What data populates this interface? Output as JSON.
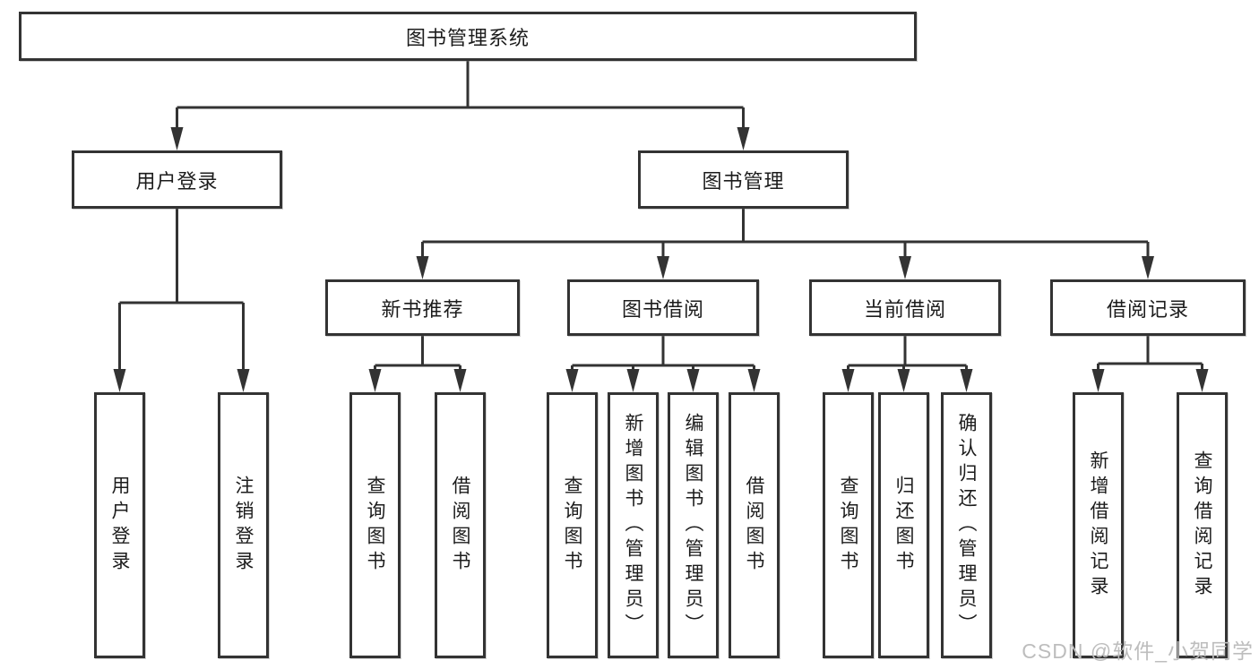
{
  "diagram": {
    "type": "tree",
    "colors": {
      "line": "#333333",
      "box_border": "#333333",
      "box_fill": "#ffffff",
      "text": "#1c1c1c",
      "watermark": "#bdbdbd",
      "background": "#ffffff"
    },
    "nodes": {
      "root": {
        "label": "图书管理系统"
      },
      "user_login": {
        "label": "用户登录"
      },
      "book_mgmt": {
        "label": "图书管理"
      },
      "new_book_rec": {
        "label": "新书推荐"
      },
      "book_borrow": {
        "label": "图书借阅"
      },
      "current_borrow": {
        "label": "当前借阅"
      },
      "borrow_records": {
        "label": "借阅记录"
      },
      "leaf_user_login": {
        "label": "用户登录"
      },
      "leaf_logout": {
        "label": "注销登录"
      },
      "leaf_query_books_rec": {
        "label": "查询图书"
      },
      "leaf_borrow_books_rec": {
        "label": "借阅图书"
      },
      "leaf_query_books_bor": {
        "label": "查询图书"
      },
      "leaf_add_book": {
        "label": "新增图书（管理员）"
      },
      "leaf_edit_book": {
        "label": "编辑图书（管理员）"
      },
      "leaf_borrow_books_bor": {
        "label": "借阅图书"
      },
      "leaf_query_books_cur": {
        "label": "查询图书"
      },
      "leaf_return_book": {
        "label": "归还图书"
      },
      "leaf_confirm_return": {
        "label": "确认归还（管理员）"
      },
      "leaf_add_borrow_rec": {
        "label": "新增借阅记录"
      },
      "leaf_query_borrow_rec": {
        "label": "查询借阅记录"
      }
    },
    "edges": [
      [
        "root",
        "user_login"
      ],
      [
        "root",
        "book_mgmt"
      ],
      [
        "user_login",
        "leaf_user_login"
      ],
      [
        "user_login",
        "leaf_logout"
      ],
      [
        "book_mgmt",
        "new_book_rec"
      ],
      [
        "book_mgmt",
        "book_borrow"
      ],
      [
        "book_mgmt",
        "current_borrow"
      ],
      [
        "book_mgmt",
        "borrow_records"
      ],
      [
        "new_book_rec",
        "leaf_query_books_rec"
      ],
      [
        "new_book_rec",
        "leaf_borrow_books_rec"
      ],
      [
        "book_borrow",
        "leaf_query_books_bor"
      ],
      [
        "book_borrow",
        "leaf_add_book"
      ],
      [
        "book_borrow",
        "leaf_edit_book"
      ],
      [
        "book_borrow",
        "leaf_borrow_books_bor"
      ],
      [
        "current_borrow",
        "leaf_query_books_cur"
      ],
      [
        "current_borrow",
        "leaf_return_book"
      ],
      [
        "current_borrow",
        "leaf_confirm_return"
      ],
      [
        "borrow_records",
        "leaf_add_borrow_rec"
      ],
      [
        "borrow_records",
        "leaf_query_borrow_rec"
      ]
    ]
  },
  "watermark": {
    "text": "CSDN @软件_小贺同学"
  }
}
